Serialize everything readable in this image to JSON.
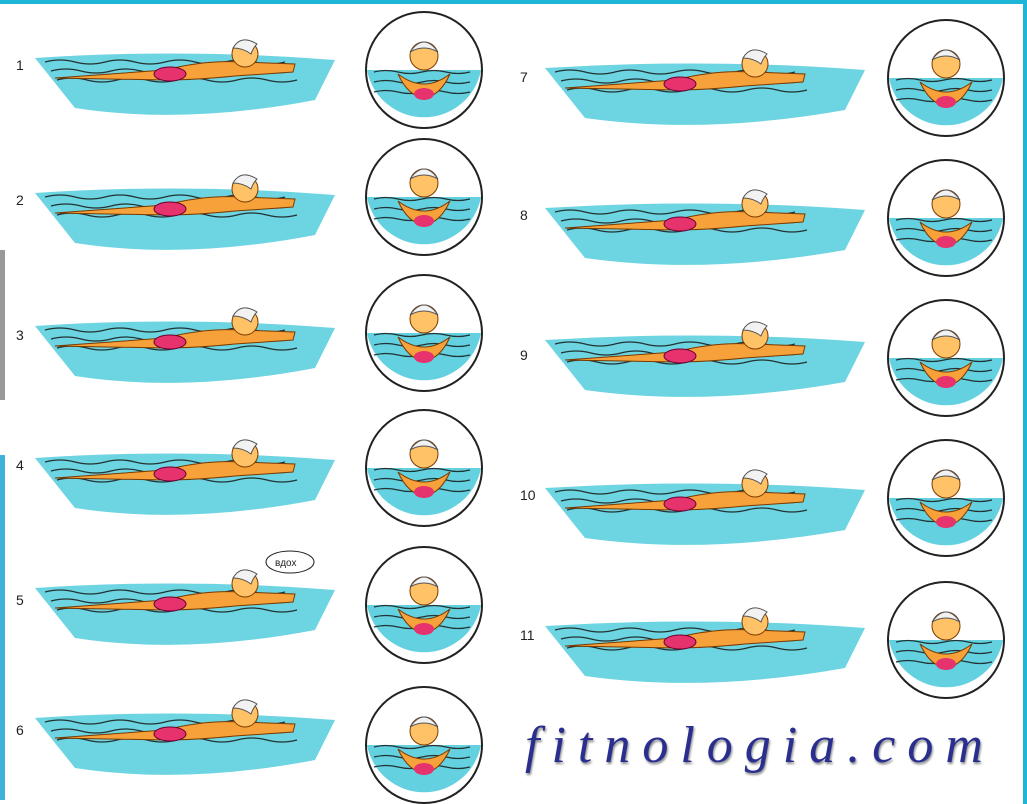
{
  "steps": [
    {
      "label": "1"
    },
    {
      "label": "2"
    },
    {
      "label": "3"
    },
    {
      "label": "4"
    },
    {
      "label": "5"
    },
    {
      "label": "6"
    },
    {
      "label": "7"
    },
    {
      "label": "8"
    },
    {
      "label": "9"
    },
    {
      "label": "10"
    },
    {
      "label": "11"
    }
  ],
  "speech_bubble": "вдох",
  "watermark": "fitnologia.com",
  "colors": {
    "water": "#3cc6d8",
    "water_light": "#8fdde8",
    "skin": "#f7a13a",
    "skin_light": "#ffc266",
    "trunks": "#e6336e",
    "hair": "#f2f2f2",
    "border": "#1eb6d8",
    "watermark": "#2a2f8f"
  }
}
